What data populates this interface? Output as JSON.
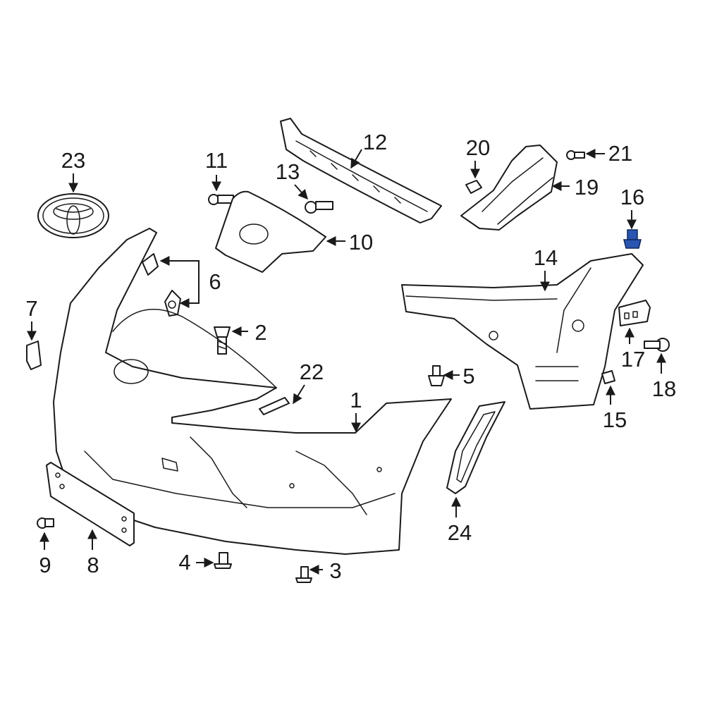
{
  "colors": {
    "line": "#1a1a1a",
    "highlight": "#2a55b0"
  },
  "callouts": {
    "c1": "1",
    "c2": "2",
    "c3": "3",
    "c4": "4",
    "c5": "5",
    "c6": "6",
    "c7": "7",
    "c8": "8",
    "c9": "9",
    "c10": "10",
    "c11": "11",
    "c12": "12",
    "c13": "13",
    "c14": "14",
    "c15": "15",
    "c16": "16",
    "c17": "17",
    "c18": "18",
    "c19": "19",
    "c20": "20",
    "c21": "21",
    "c22": "22",
    "c23": "23",
    "c24": "24"
  },
  "highlighted_part": "16"
}
